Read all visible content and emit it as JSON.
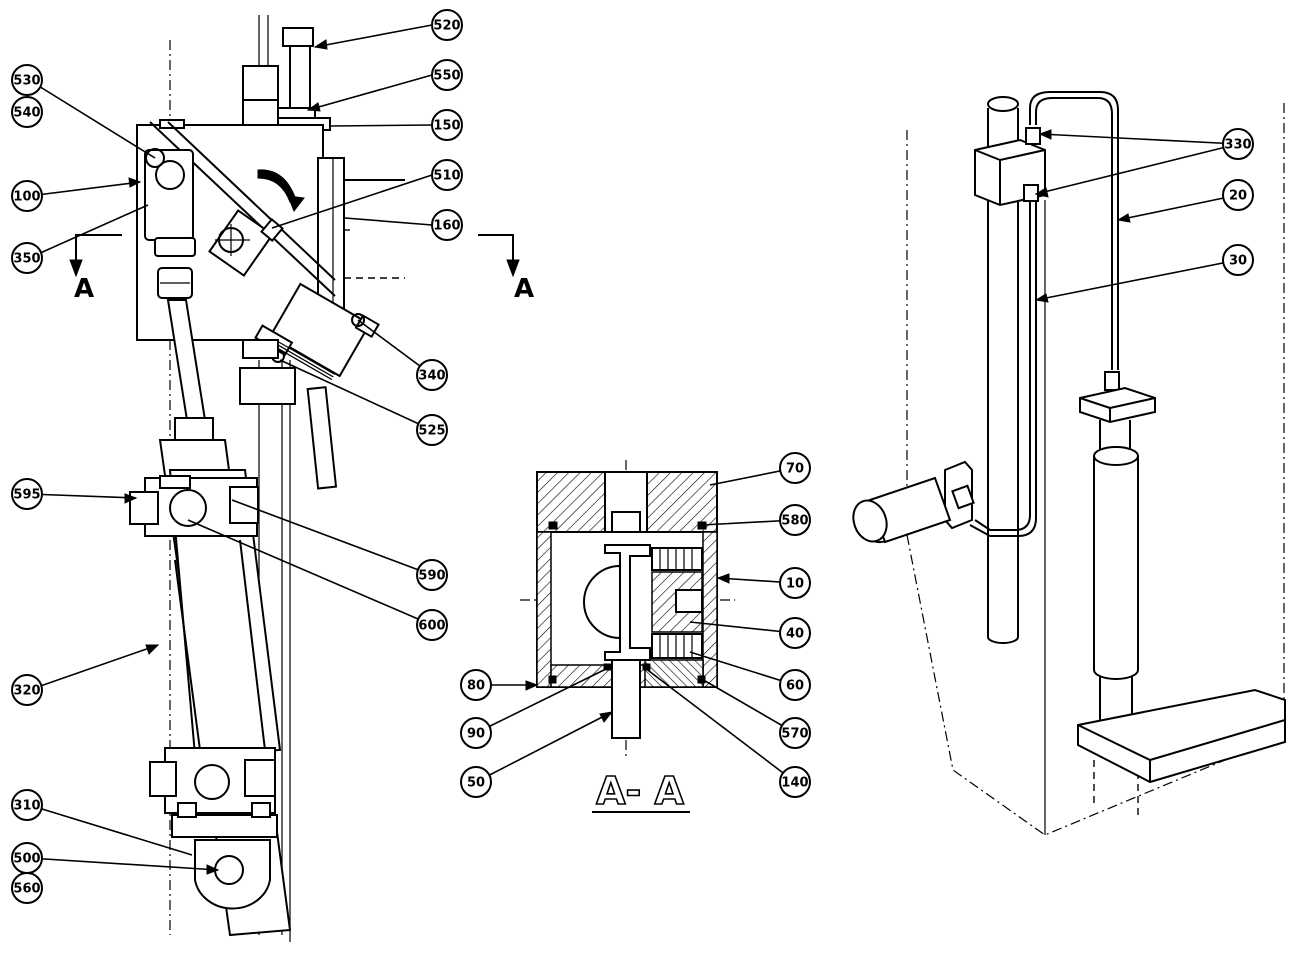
{
  "callouts": [
    {
      "id": "520",
      "label": "520"
    },
    {
      "id": "550",
      "label": "550"
    },
    {
      "id": "530",
      "label": "530"
    },
    {
      "id": "540",
      "label": "540"
    },
    {
      "id": "150",
      "label": "150"
    },
    {
      "id": "100",
      "label": "100"
    },
    {
      "id": "510",
      "label": "510"
    },
    {
      "id": "160",
      "label": "160"
    },
    {
      "id": "350",
      "label": "350"
    },
    {
      "id": "340",
      "label": "340"
    },
    {
      "id": "525",
      "label": "525"
    },
    {
      "id": "595",
      "label": "595"
    },
    {
      "id": "590",
      "label": "590"
    },
    {
      "id": "600",
      "label": "600"
    },
    {
      "id": "320",
      "label": "320"
    },
    {
      "id": "310",
      "label": "310"
    },
    {
      "id": "500",
      "label": "500"
    },
    {
      "id": "560",
      "label": "560"
    },
    {
      "id": "70",
      "label": "70"
    },
    {
      "id": "580",
      "label": "580"
    },
    {
      "id": "10",
      "label": "10"
    },
    {
      "id": "40",
      "label": "40"
    },
    {
      "id": "60",
      "label": "60"
    },
    {
      "id": "80",
      "label": "80"
    },
    {
      "id": "90",
      "label": "90"
    },
    {
      "id": "570",
      "label": "570"
    },
    {
      "id": "50",
      "label": "50"
    },
    {
      "id": "140",
      "label": "140"
    },
    {
      "id": "330",
      "label": "330"
    },
    {
      "id": "20",
      "label": "20"
    },
    {
      "id": "30",
      "label": "30"
    }
  ],
  "section_markers": {
    "left": "A",
    "right": "A"
  },
  "section_title": "A- A"
}
